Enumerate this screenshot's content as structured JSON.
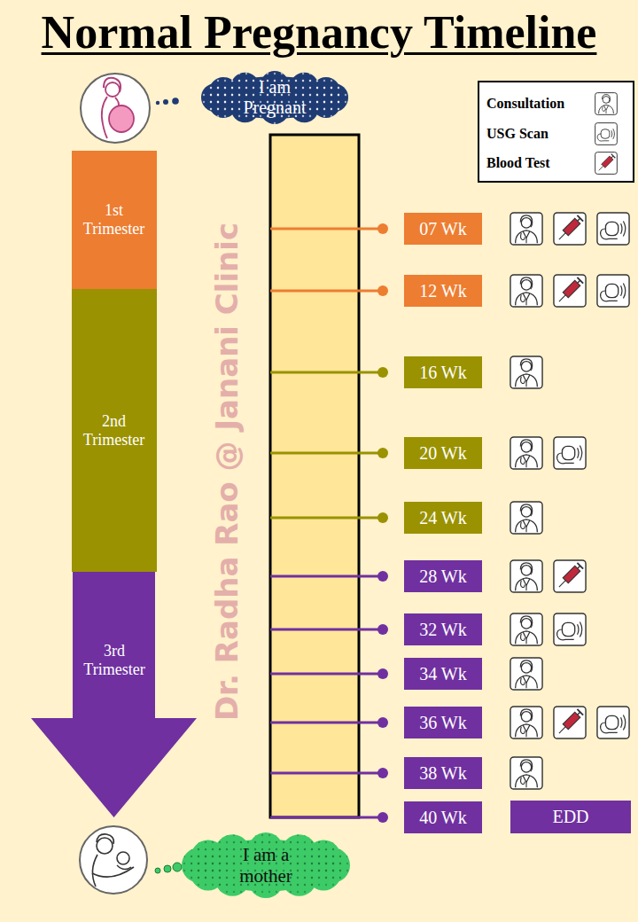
{
  "diagram": {
    "title": "Normal Pregnancy Timeline",
    "nodes": [
      {
        "text": [
          "I am Pregnant"
        ]
      },
      {
        "text": [
          "1st Trimester"
        ]
      },
      {
        "text": [
          "2nd Trimester"
        ]
      },
      {
        "text": [
          "3rd Trimester"
        ]
      },
      {
        "text": [
          "07 Wk"
        ]
      },
      {
        "text": [
          "12 Wk"
        ]
      },
      {
        "text": [
          "16 Wk"
        ]
      },
      {
        "text": [
          "20 Wk"
        ]
      },
      {
        "text": [
          "24 Wk"
        ]
      },
      {
        "text": [
          "28 Wk"
        ]
      },
      {
        "text": [
          "32 Wk"
        ]
      },
      {
        "text": [
          "34 Wk"
        ]
      },
      {
        "text": [
          "36 Wk"
        ]
      },
      {
        "text": [
          "38 Wk"
        ]
      },
      {
        "text": [
          "40 Wk"
        ]
      },
      {
        "text": [
          "EDD"
        ]
      },
      {
        "text": [
          "I am a mother"
        ]
      }
    ],
    "labels": [
      "Dr. Radha Rao @ Janani Clinic"
    ],
    "legend": [
      {
        "text": "Consultation"
      },
      {
        "text": "USG Scan"
      },
      {
        "text": "Blood Test"
      }
    ]
  }
}
